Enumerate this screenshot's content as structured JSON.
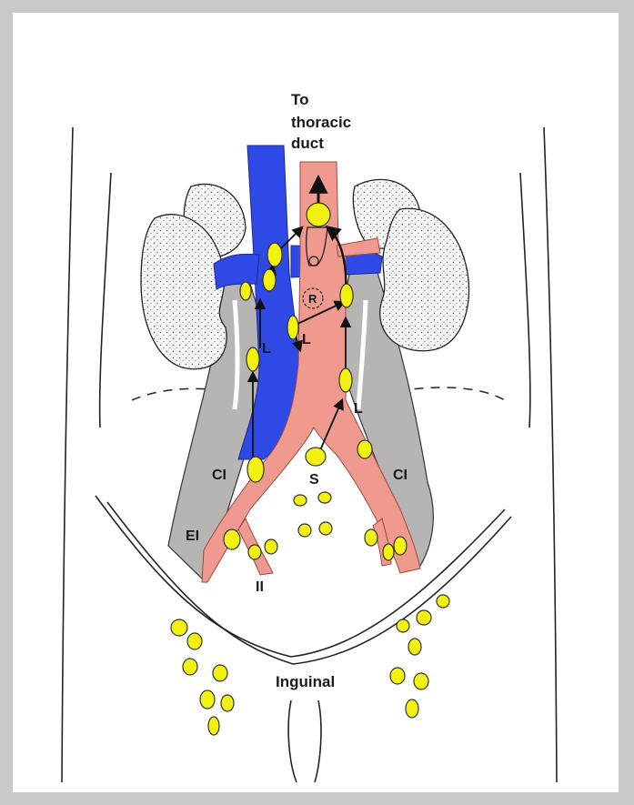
{
  "labels": {
    "to": "To",
    "thoracic": "thoracic",
    "duct": "duct",
    "lumbar_left": "L",
    "lumbar_center": "L",
    "lumbar_right": "L",
    "retroaortic": "R",
    "sacral": "S",
    "common_iliac_left": "CI",
    "common_iliac_right": "CI",
    "external_iliac": "EI",
    "internal_iliac": "II",
    "inguinal": "Inguinal"
  },
  "colors": {
    "vein": "#2f49e6",
    "artery": "#f09a8f",
    "node": "#f2f20e",
    "muscle": "#b7b5b3",
    "frame_border": "#c9c9c9"
  }
}
